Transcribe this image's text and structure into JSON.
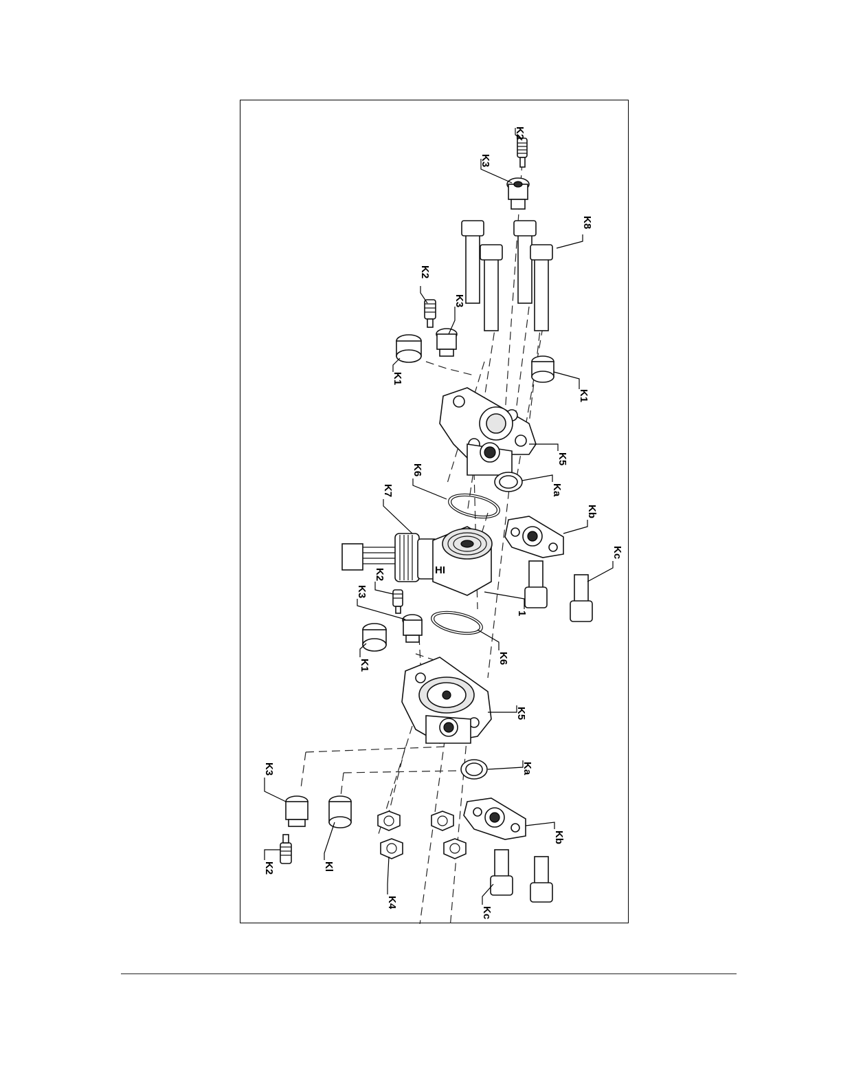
{
  "figure": {
    "labels": {
      "k2_top": "K2",
      "k3_top": "K3",
      "k8": "K8",
      "k2_right": "K2",
      "k3_right": "K3",
      "k1_upper_left": "K1",
      "k1_upper_right": "K1",
      "k5_upper": "K5",
      "k6_upper": "K6",
      "ka_upper": "Ka",
      "kb_upper": "Kb",
      "kc_upper": "Kc",
      "k7": "K7",
      "k2_mid": "K2",
      "k3_mid": "K3",
      "one": "1",
      "k1_mid": "K1",
      "k6_lower": "K6",
      "k5_lower": "K5",
      "ka_lower": "Ka",
      "k3_bottom": "K3",
      "k2_bottom": "K2",
      "k1_bottom": "Kl",
      "k4": "K4",
      "kb_lower": "Kb",
      "kc_lower": "Kc"
    },
    "emblem": "HI"
  }
}
